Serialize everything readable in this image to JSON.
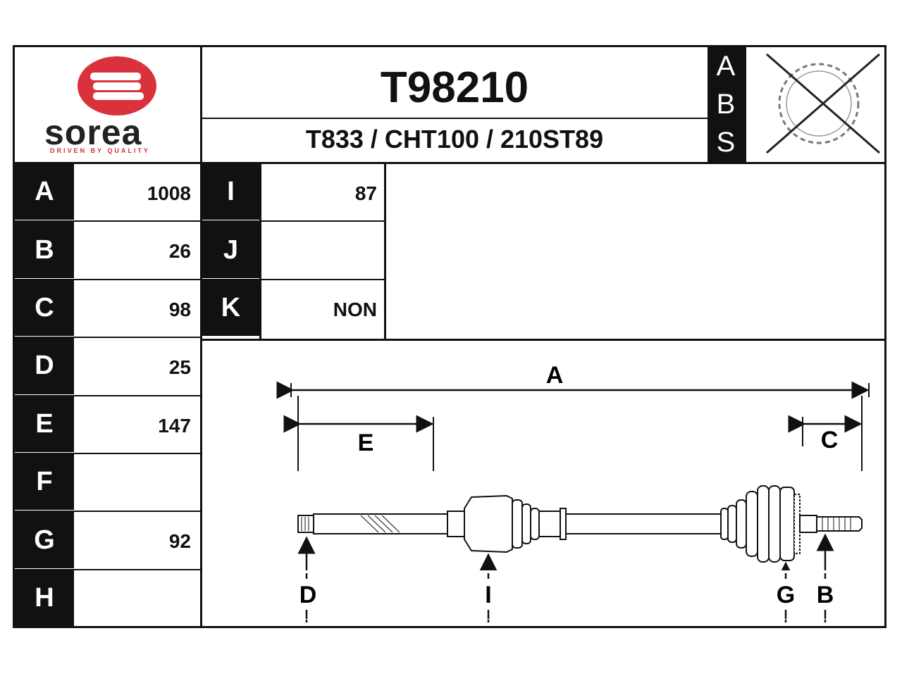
{
  "brand": {
    "name": "sorea",
    "tagline": "DRIVEN BY QUALITY",
    "accent_color": "#d9323c"
  },
  "part_number": "T98210",
  "cross_refs": "T833 / CHT100 / 210ST89",
  "abs_letters": [
    "A",
    "B",
    "S"
  ],
  "abs_icon": "abs-ring-crossed-icon",
  "dimensions_left": [
    {
      "letter": "A",
      "value": "1008"
    },
    {
      "letter": "B",
      "value": "26"
    },
    {
      "letter": "C",
      "value": "98"
    },
    {
      "letter": "D",
      "value": "25"
    },
    {
      "letter": "E",
      "value": "147"
    },
    {
      "letter": "F",
      "value": ""
    },
    {
      "letter": "G",
      "value": "92"
    },
    {
      "letter": "H",
      "value": ""
    }
  ],
  "dimensions_right": [
    {
      "letter": "I",
      "value": "87"
    },
    {
      "letter": "J",
      "value": ""
    },
    {
      "letter": "K",
      "value": "NON"
    }
  ],
  "drawing_labels": {
    "A": "A",
    "E": "E",
    "C": "C",
    "D": "D",
    "I": "I",
    "G": "G",
    "B": "B"
  }
}
